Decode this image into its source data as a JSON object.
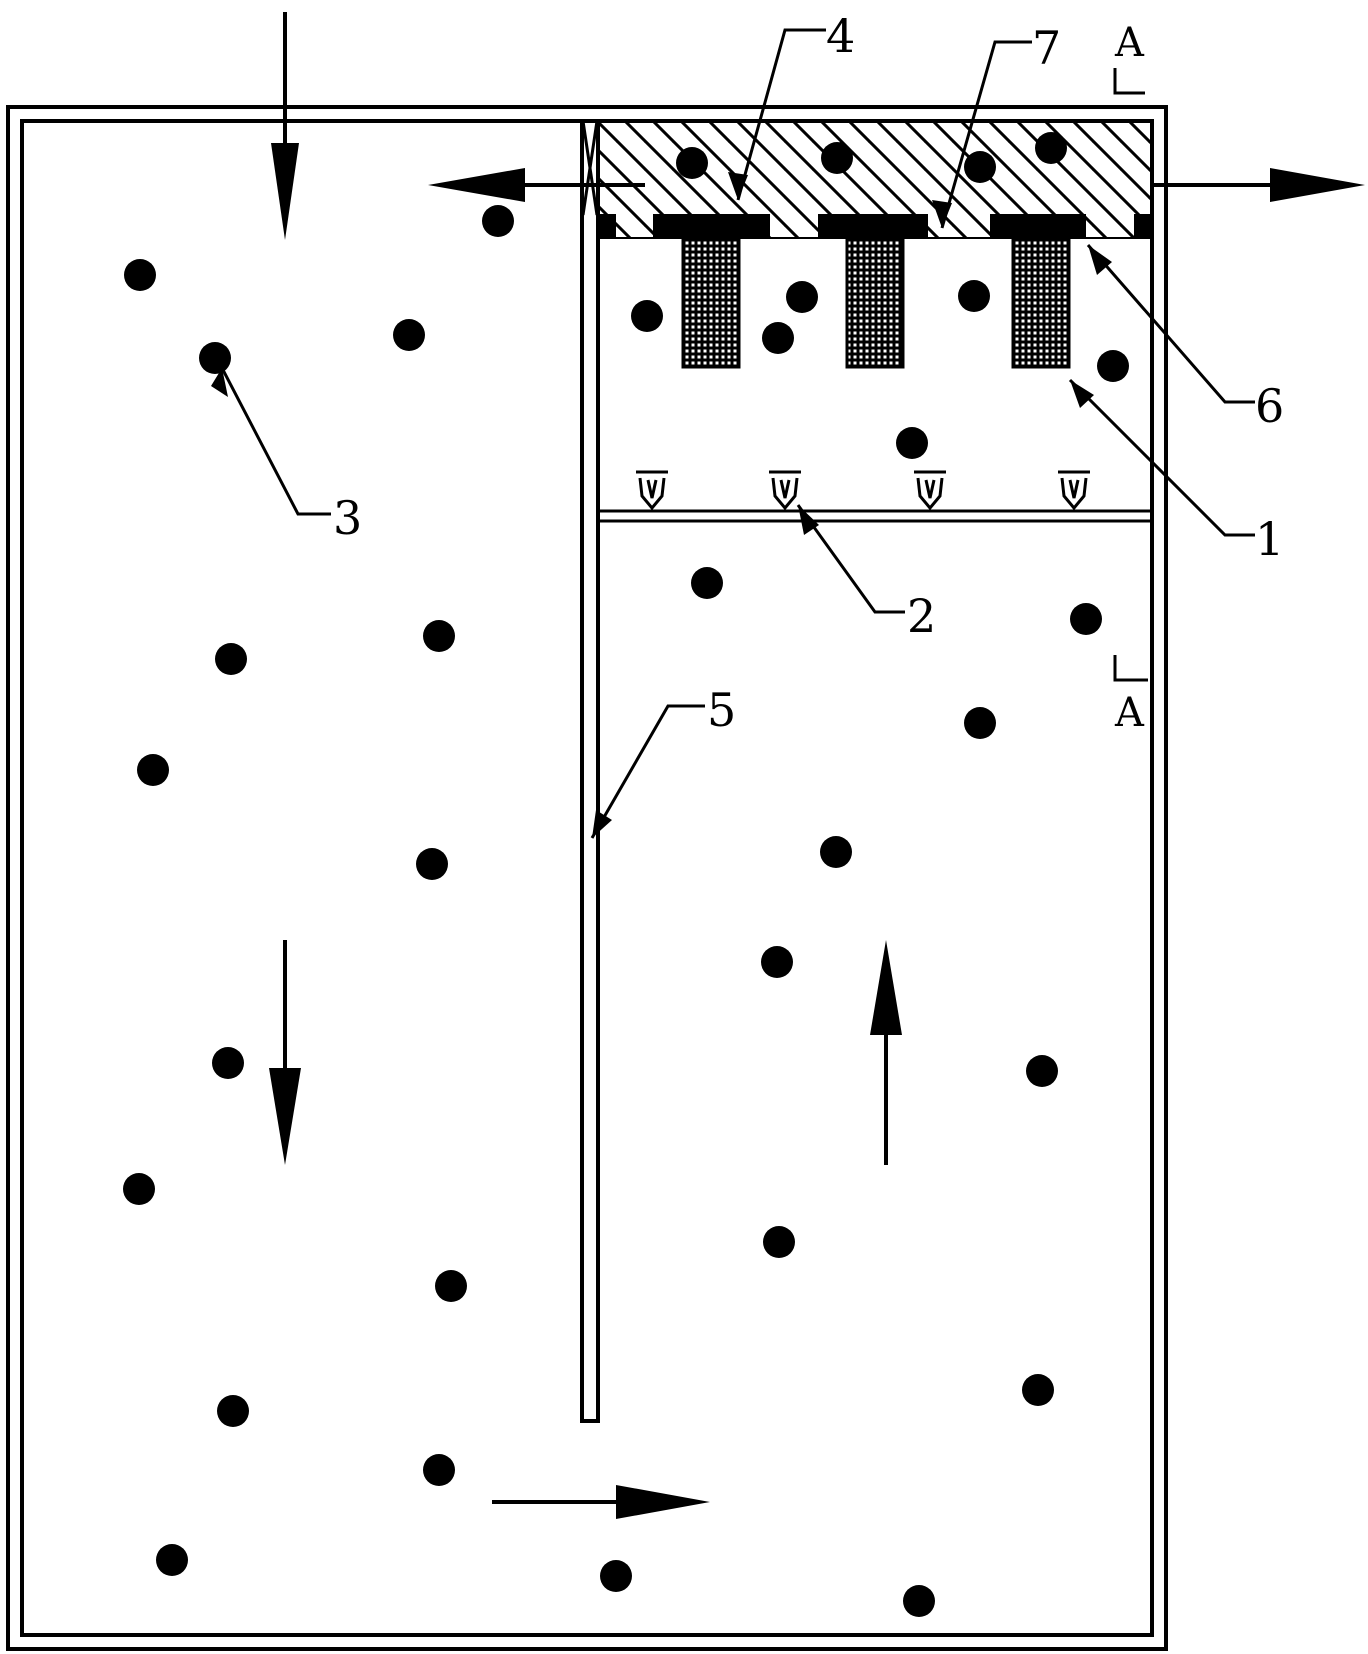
{
  "labels": {
    "n1": "1",
    "n2": "2",
    "n3": "3",
    "n4": "4",
    "n5": "5",
    "n6": "6",
    "n7": "7",
    "section_top": "A",
    "section_bottom": "A"
  },
  "colors": {
    "ink": "#000000",
    "background": "#ffffff"
  },
  "legend": null
}
